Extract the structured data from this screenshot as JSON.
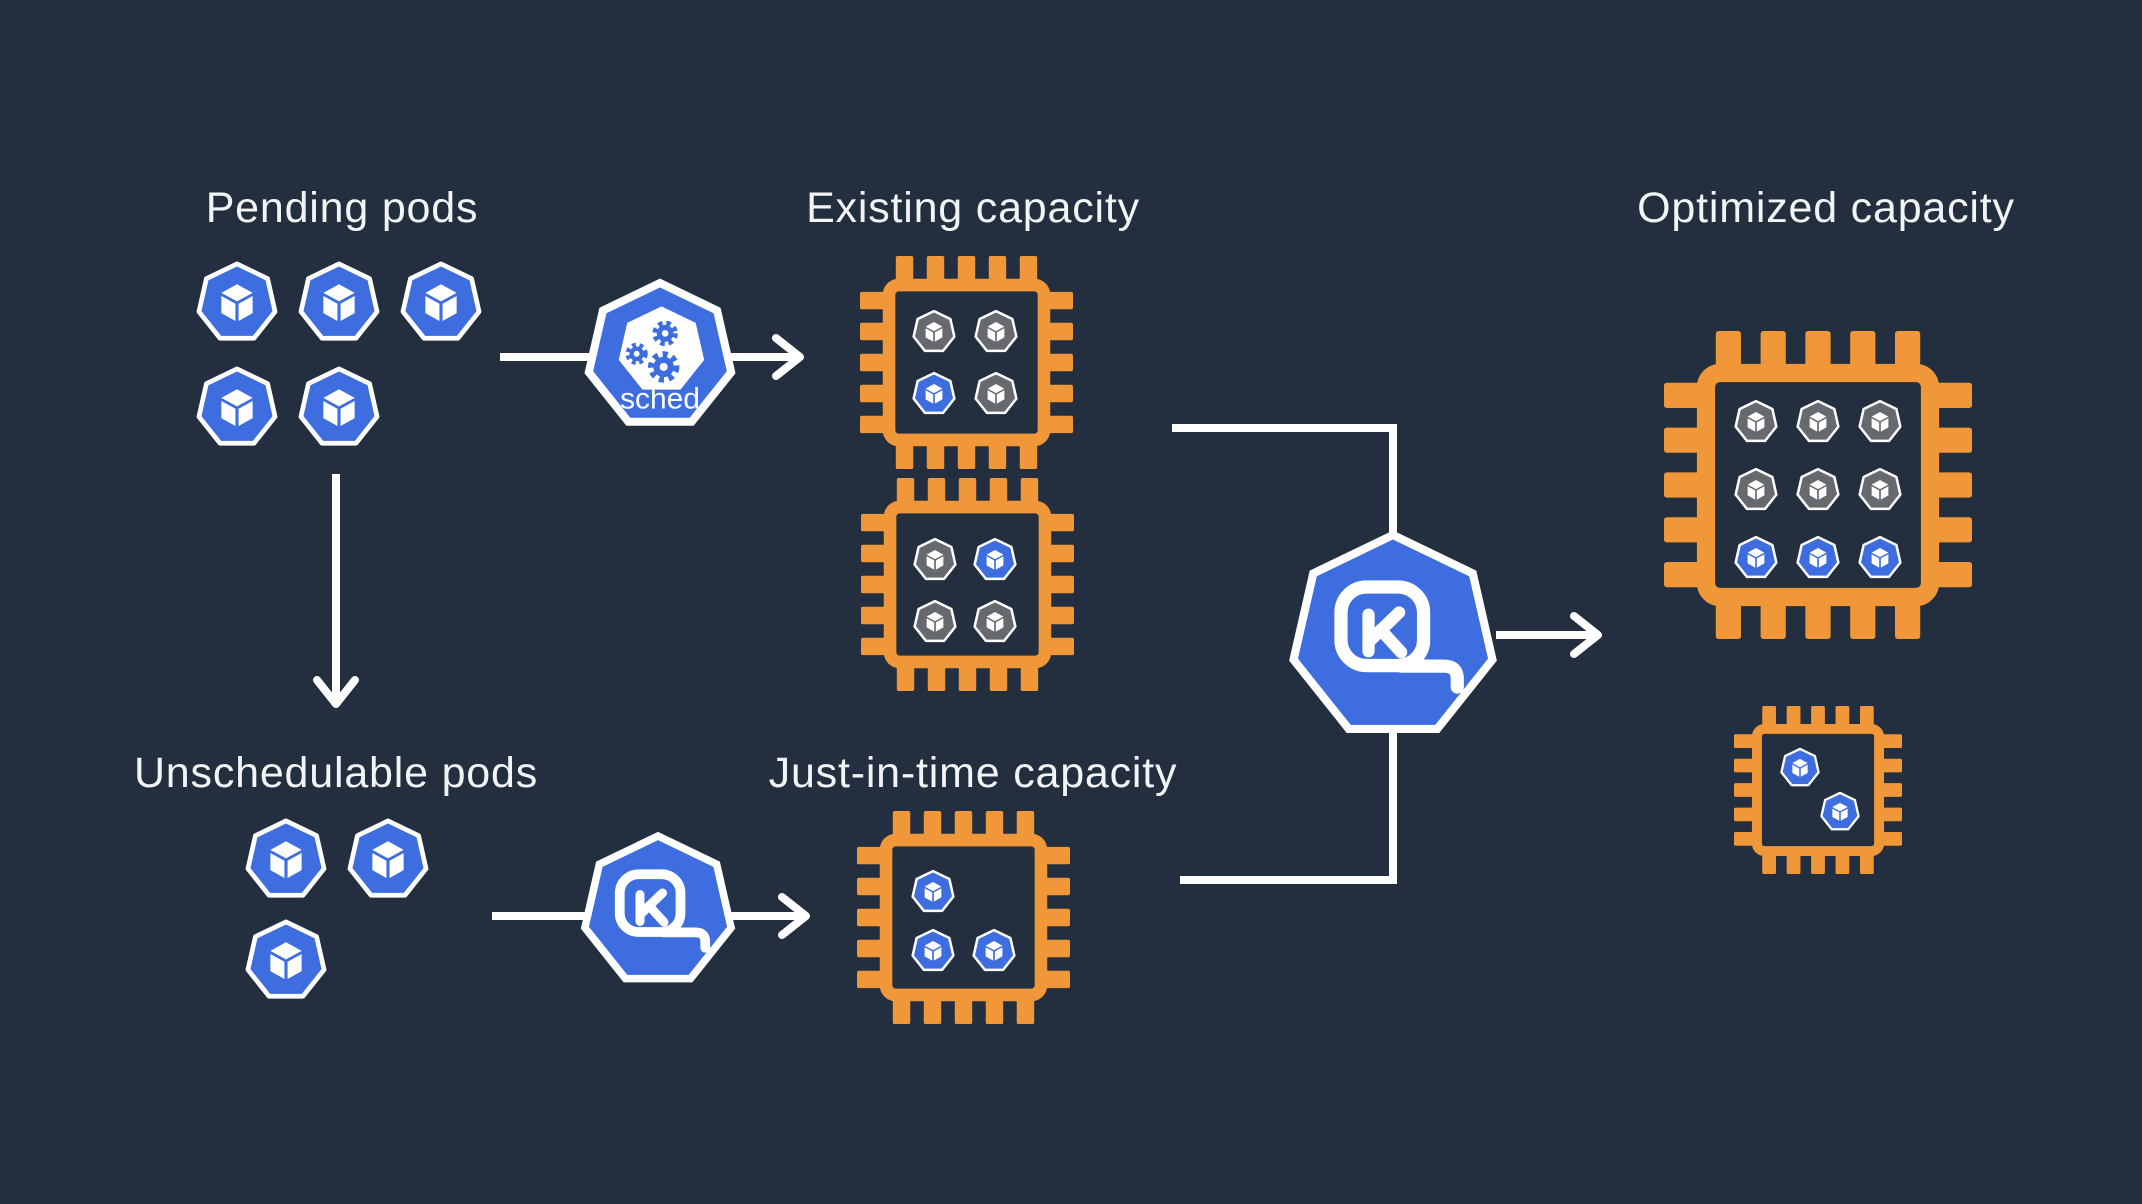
{
  "colors": {
    "background": "#232F3E",
    "pod_blue": "#3D6DDE",
    "pod_gray": "#66696D",
    "chip_orange": "#F0973A",
    "line": "#FFFFFF",
    "title_text": "#F2F4F5"
  },
  "labels": {
    "pending_pods": "Pending pods",
    "existing_capacity": "Existing capacity",
    "unschedulable_pods": "Unschedulable pods",
    "just_in_time_capacity": "Just-in-time capacity",
    "optimized_capacity": "Optimized capacity",
    "scheduler": "sched"
  },
  "groups": {
    "pending_pods": {
      "pod_count": 5,
      "pod_colors": [
        "blue",
        "blue",
        "blue",
        "blue",
        "blue"
      ]
    },
    "unschedulable_pods": {
      "pod_count": 3,
      "pod_colors": [
        "blue",
        "blue",
        "blue"
      ]
    },
    "existing_capacity": {
      "chips": [
        {
          "pods": [
            "gray",
            "gray",
            "blue",
            "gray"
          ]
        },
        {
          "pods": [
            "gray",
            "blue",
            "gray",
            "gray"
          ]
        }
      ]
    },
    "just_in_time_capacity": {
      "chips": [
        {
          "pods": [
            "blue",
            "blue",
            "blue"
          ]
        }
      ]
    },
    "optimized_capacity": {
      "chips": [
        {
          "pods": [
            "gray",
            "gray",
            "gray",
            "gray",
            "gray",
            "gray",
            "blue",
            "blue",
            "blue"
          ]
        },
        {
          "pods": [
            "blue",
            "blue"
          ]
        }
      ]
    }
  },
  "icons": {
    "scheduler": "kube-scheduler",
    "provisioner_small": "karpenter",
    "provisioner_large": "karpenter"
  },
  "flow": [
    {
      "from": "pending_pods",
      "via": "kube-scheduler",
      "to": "existing_capacity"
    },
    {
      "from": "pending_pods",
      "to": "unschedulable_pods"
    },
    {
      "from": "unschedulable_pods",
      "via": "karpenter",
      "to": "just_in_time_capacity"
    },
    {
      "from": "existing_capacity",
      "to": "karpenter"
    },
    {
      "from": "just_in_time_capacity",
      "to": "karpenter"
    },
    {
      "from": "karpenter",
      "to": "optimized_capacity"
    }
  ]
}
